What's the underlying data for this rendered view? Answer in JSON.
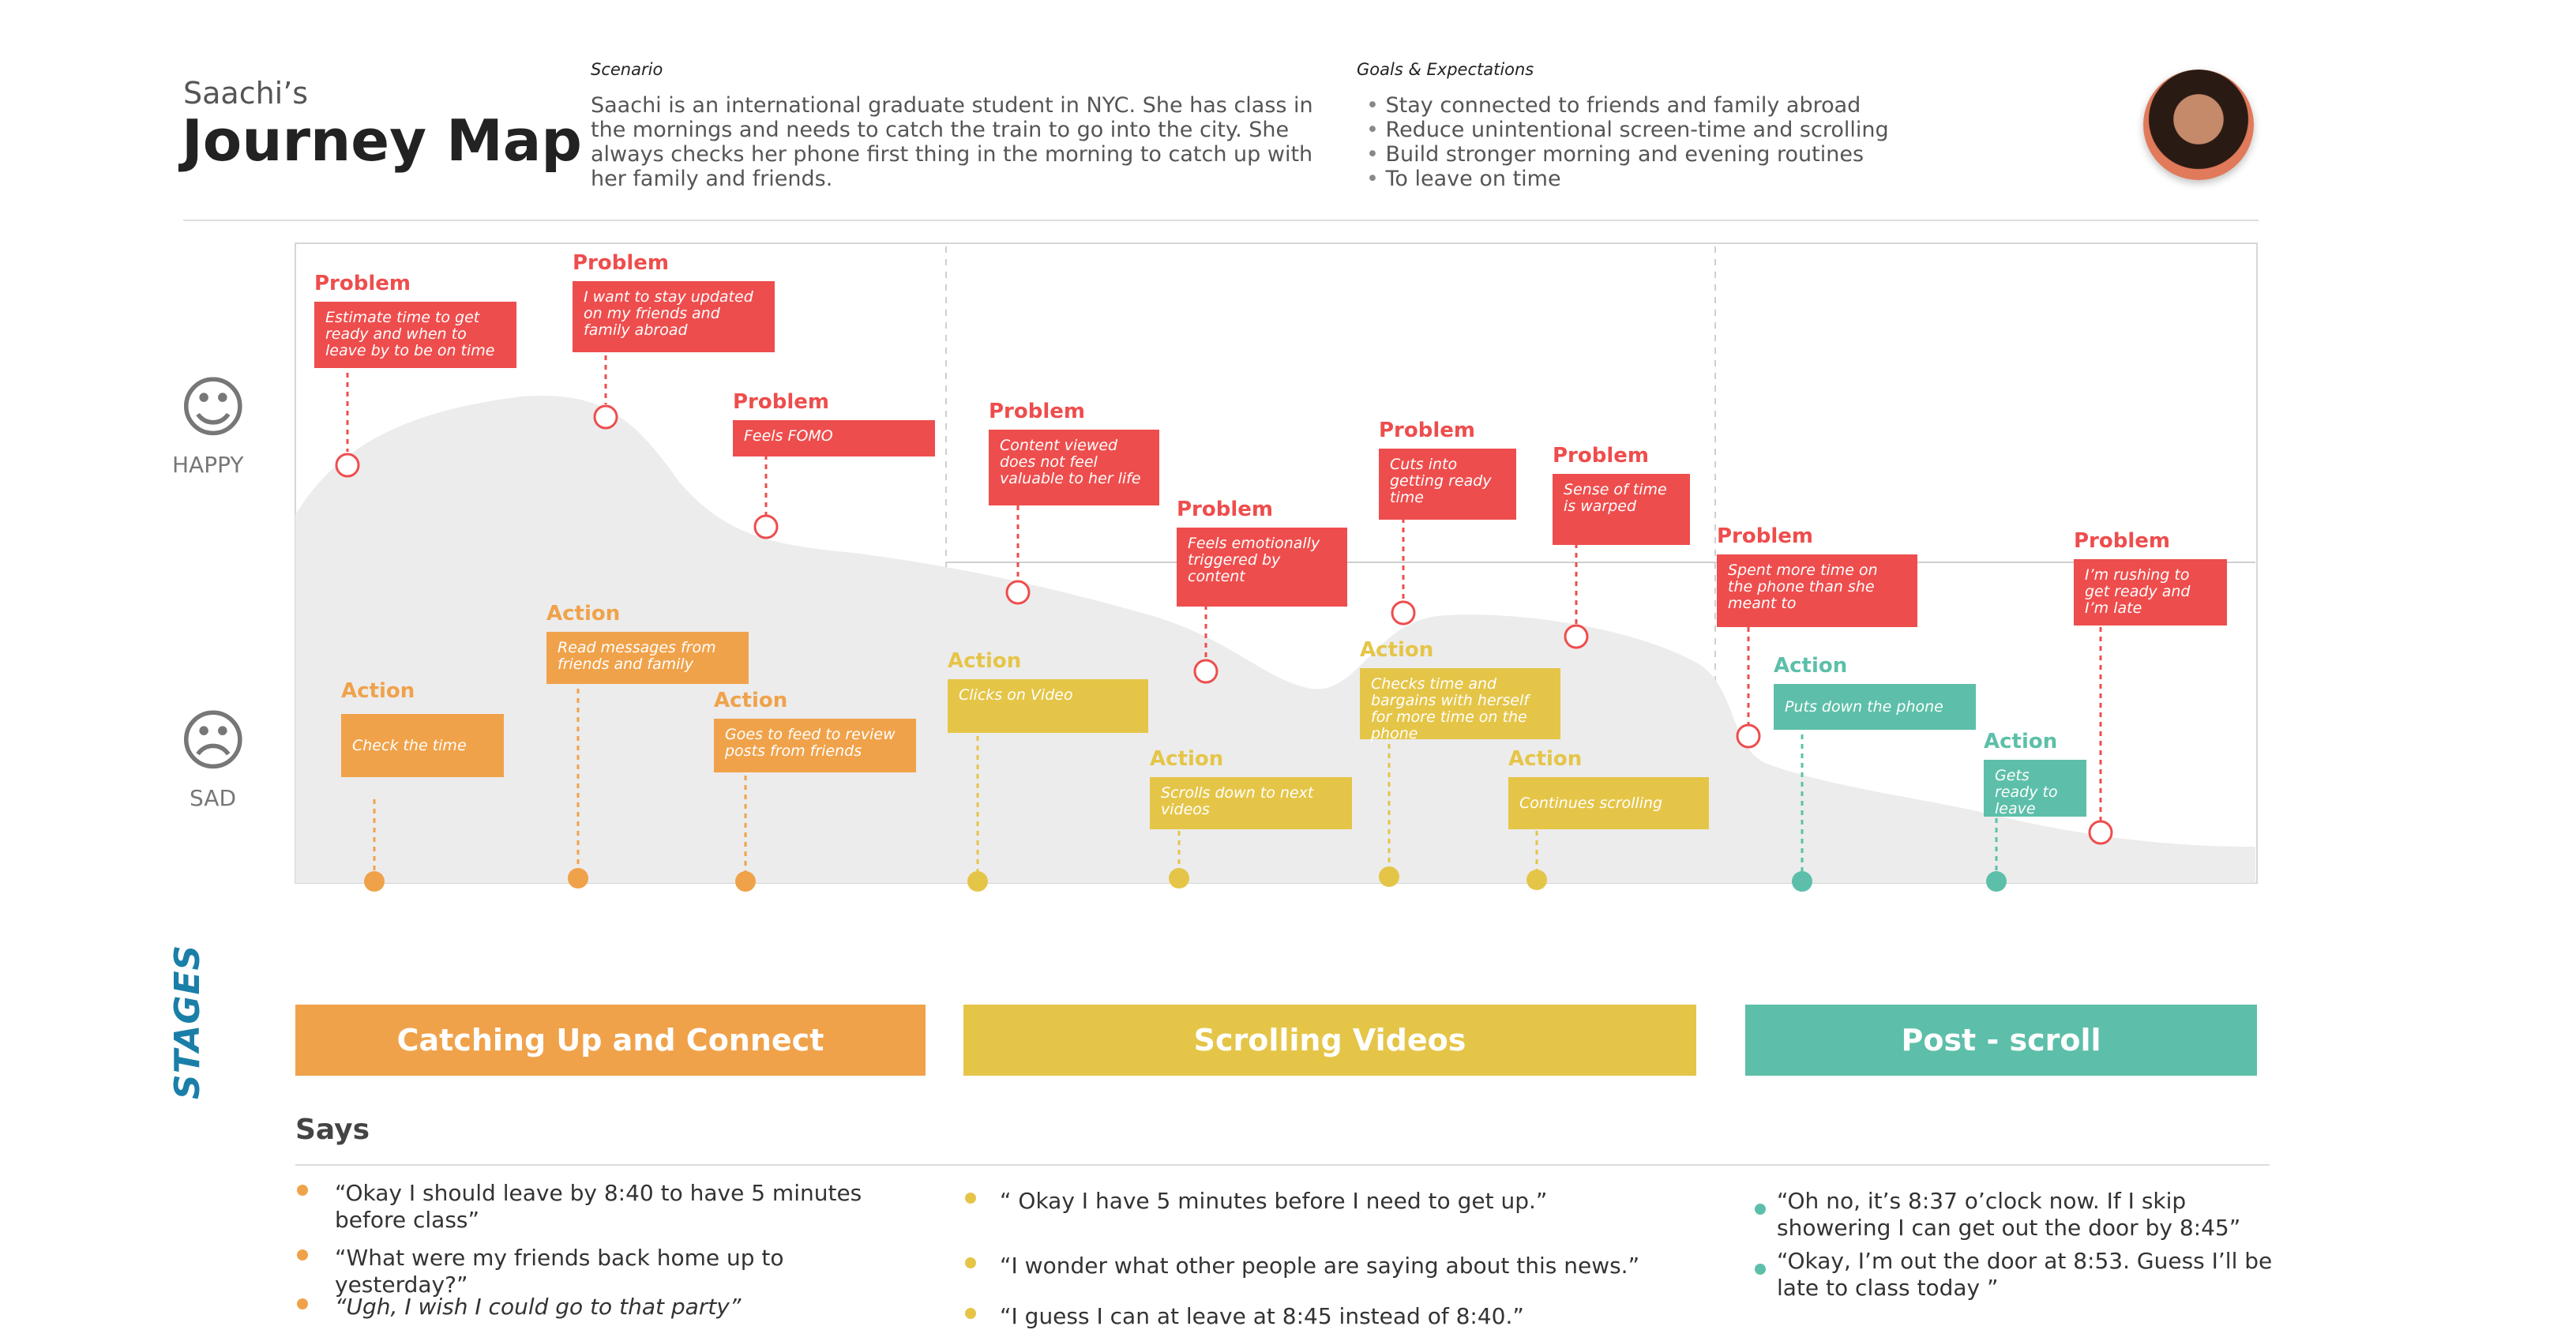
{
  "header": {
    "subtitle": "Saachi’s",
    "title": "Journey Map",
    "scenario_label": "Scenario",
    "scenario_text": "Saachi is an international graduate student in NYC. She has class in the mornings and needs to catch the train to go into the city. She always checks her phone first thing in the morning to catch up with her family and friends.",
    "goals_label": "Goals & Expectations",
    "goals": [
      "Stay connected to friends and family abroad",
      "Reduce unintentional screen-time and scrolling",
      "Build stronger morning and evening routines",
      "To leave on time"
    ]
  },
  "axis": {
    "happy": "HAPPY",
    "sad": "SAD",
    "happy_icon": "happy-face-icon",
    "sad_icon": "sad-face-icon"
  },
  "stages_label": "STAGES",
  "stages": [
    {
      "label": "Catching Up and Connect",
      "color": "#f0a24a"
    },
    {
      "label": "Scrolling Videos",
      "color": "#e5c548"
    },
    {
      "label": "Post - scroll",
      "color": "#5dbfa9"
    }
  ],
  "colors": {
    "problem": "#ee4d4d",
    "action_orange": "#f0a24a",
    "action_yellow": "#e5c548",
    "action_teal": "#5dbfa9",
    "curve_fill": "#ececec"
  },
  "problems": [
    {
      "label": "Problem",
      "text": "Estimate time to get ready and when to leave by to be on time"
    },
    {
      "label": "Problem",
      "text": "I want to stay updated on my friends and family abroad"
    },
    {
      "label": "Problem",
      "text": "Feels FOMO"
    },
    {
      "label": "Problem",
      "text": "Content viewed does not feel valuable to her life"
    },
    {
      "label": "Problem",
      "text": "Feels emotionally triggered by content"
    },
    {
      "label": "Problem",
      "text": "Cuts into getting ready time"
    },
    {
      "label": "Problem",
      "text": "Sense of time is warped"
    },
    {
      "label": "Problem",
      "text": "Spent more time on the phone than she meant to"
    },
    {
      "label": "Problem",
      "text": "I’m rushing to get ready and I’m late"
    }
  ],
  "actions": [
    {
      "label": "Action",
      "text": "Check the time"
    },
    {
      "label": "Action",
      "text": "Read messages from friends and family"
    },
    {
      "label": "Action",
      "text": "Goes to feed to review posts from friends"
    },
    {
      "label": "Action",
      "text": "Clicks on Video"
    },
    {
      "label": "Action",
      "text": "Scrolls down to next videos"
    },
    {
      "label": "Action",
      "text": "Checks time and bargains with herself for more time on the phone"
    },
    {
      "label": "Action",
      "text": "Continues scrolling"
    },
    {
      "label": "Action",
      "text": "Puts down the phone"
    },
    {
      "label": "Action",
      "text": "Gets ready to leave"
    }
  ],
  "says": {
    "title": "Says",
    "col1": [
      "“Okay I should leave by 8:40 to have 5 minutes before class”",
      "“What were my friends back home up to yesterday?”",
      "“Ugh, I wish I could go to that party”"
    ],
    "col2": [
      "“ Okay I have 5 minutes before I need to get up.”",
      "“I wonder what other people are saying about this news.”",
      "“I guess I can at leave at 8:45 instead of 8:40.”"
    ],
    "col3": [
      "“Oh no, it’s 8:37 o’clock now. If I skip showering I can get out the door by 8:45”",
      "“Okay, I’m out the door at 8:53. Guess I’ll be late to class today ”"
    ]
  }
}
